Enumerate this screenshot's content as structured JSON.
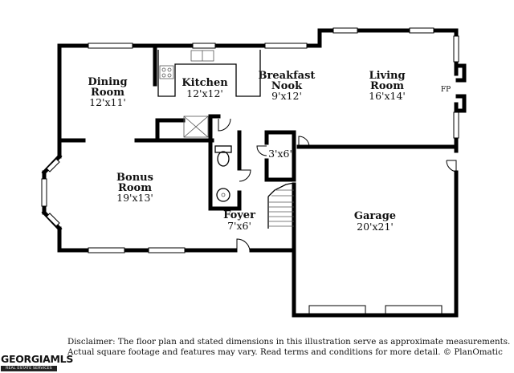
{
  "rooms": {
    "dining": {
      "name_line1": "Dining",
      "name_line2": "Room",
      "dims": "12'x11'"
    },
    "kitchen": {
      "name": "Kitchen",
      "dims": "12'x12'"
    },
    "breakfast": {
      "name_line1": "Breakfast",
      "name_line2": "Nook",
      "dims": "9'x12'"
    },
    "living": {
      "name_line1": "Living",
      "name_line2": "Room",
      "dims": "16'x14'"
    },
    "bonus": {
      "name_line1": "Bonus",
      "name_line2": "Room",
      "dims": "19'x13'"
    },
    "closet": {
      "dims": "3'x6'"
    },
    "foyer": {
      "name": "Foyer",
      "dims": "7'x6'"
    },
    "garage": {
      "name": "Garage",
      "dims": "20'x21'"
    }
  },
  "fireplace_label": "FP",
  "disclaimer": {
    "line1": "Disclaimer: The floor plan and stated dimensions in this illustration serve as approximate measurements.",
    "line2": "Actual square footage and features may vary. Read terms and conditions for more detail. © PlanOmatic"
  },
  "logo": {
    "main": "GEORGIAMLS",
    "sub": "REAL ESTATE SERVICES"
  }
}
